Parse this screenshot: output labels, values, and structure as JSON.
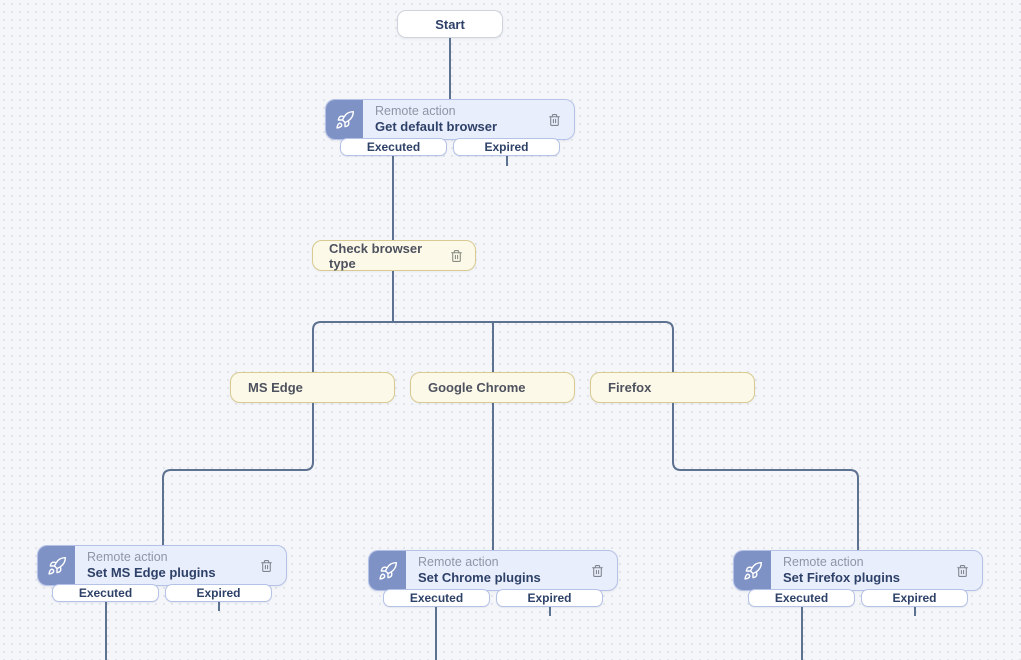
{
  "colors": {
    "canvas-bg": "#f5f6f9",
    "canvas-dot": "#e1e3eb",
    "connector": "#5d7190",
    "action-bg": "#e9eefc",
    "action-border": "#b5c2e8",
    "action-accent": "#7f92c6",
    "action-title": "#2e4168",
    "action-kind": "#8f95a6",
    "condition-bg": "#fdf9e9",
    "condition-border": "#d8ca90",
    "condition-text": "#4d525e",
    "pill-bg": "#ffffff",
    "start-border": "#cfd3dc",
    "icon-gray": "#80868f"
  },
  "icons": {
    "action": "rocket-icon",
    "delete": "trash-icon"
  },
  "flow": {
    "start": {
      "label": "Start"
    },
    "condition": {
      "label": "Check browser type"
    },
    "branches": [
      {
        "label": "MS Edge"
      },
      {
        "label": "Google Chrome"
      },
      {
        "label": "Firefox"
      }
    ],
    "actions": [
      {
        "kind": "Remote action",
        "title": "Get default browser",
        "executed": "Executed",
        "expired": "Expired"
      },
      {
        "kind": "Remote action",
        "title": "Set MS Edge plugins",
        "executed": "Executed",
        "expired": "Expired"
      },
      {
        "kind": "Remote action",
        "title": "Set Chrome plugins",
        "executed": "Executed",
        "expired": "Expired"
      },
      {
        "kind": "Remote action",
        "title": "Set Firefox plugins",
        "executed": "Executed",
        "expired": "Expired"
      }
    ]
  }
}
